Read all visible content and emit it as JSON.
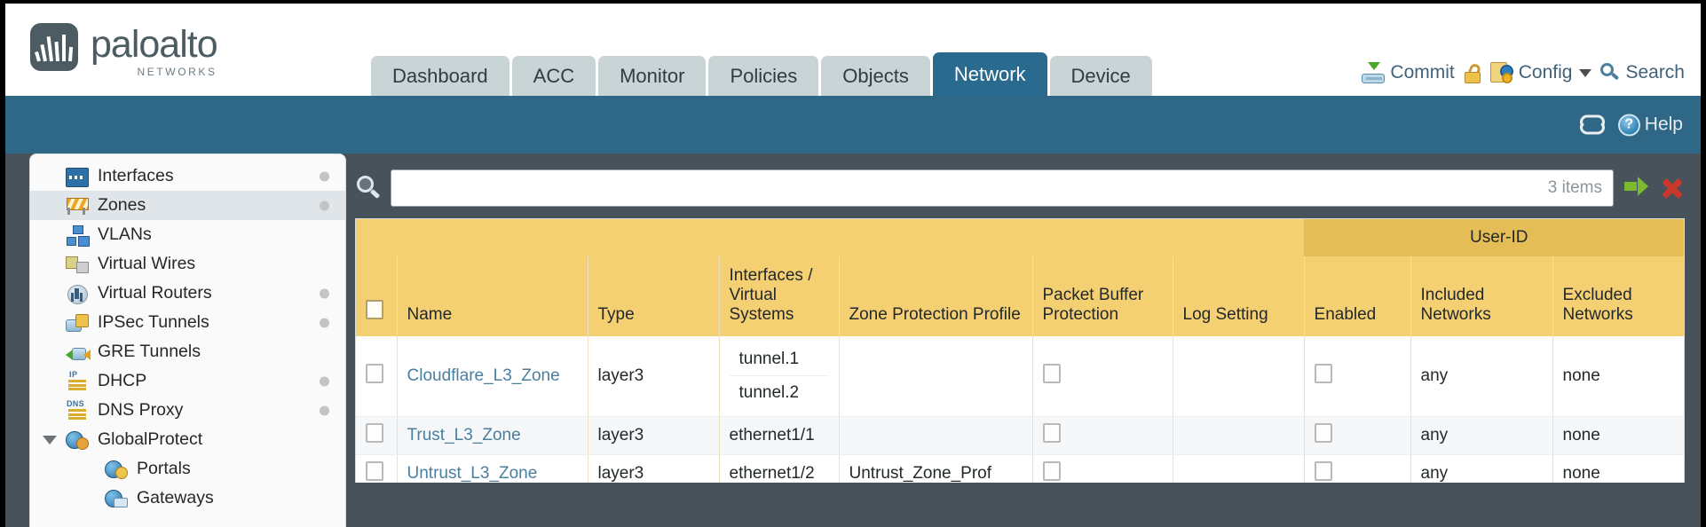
{
  "brand": {
    "name": "paloalto",
    "tagline": "NETWORKS",
    "logo_icon": "paloalto-logo-icon"
  },
  "nav": {
    "tabs": [
      {
        "label": "Dashboard",
        "active": false
      },
      {
        "label": "ACC",
        "active": false
      },
      {
        "label": "Monitor",
        "active": false
      },
      {
        "label": "Policies",
        "active": false
      },
      {
        "label": "Objects",
        "active": false
      },
      {
        "label": "Network",
        "active": true
      },
      {
        "label": "Device",
        "active": false
      }
    ]
  },
  "top_actions": {
    "commit": "Commit",
    "lock_icon": "lock-icon",
    "config": "Config",
    "search": "Search"
  },
  "bluebar": {
    "refresh_icon": "refresh-icon",
    "help": "Help"
  },
  "sidebar": {
    "items": [
      {
        "label": "Interfaces",
        "icon": "interfaces-icon",
        "selected": false,
        "dot": true,
        "child": false,
        "expander": false
      },
      {
        "label": "Zones",
        "icon": "zones-icon",
        "selected": true,
        "dot": true,
        "child": false,
        "expander": false
      },
      {
        "label": "VLANs",
        "icon": "vlans-icon",
        "selected": false,
        "dot": false,
        "child": false,
        "expander": false
      },
      {
        "label": "Virtual Wires",
        "icon": "virtual-wires-icon",
        "selected": false,
        "dot": false,
        "child": false,
        "expander": false
      },
      {
        "label": "Virtual Routers",
        "icon": "virtual-routers-icon",
        "selected": false,
        "dot": true,
        "child": false,
        "expander": false
      },
      {
        "label": "IPSec Tunnels",
        "icon": "ipsec-tunnels-icon",
        "selected": false,
        "dot": true,
        "child": false,
        "expander": false
      },
      {
        "label": "GRE Tunnels",
        "icon": "gre-tunnels-icon",
        "selected": false,
        "dot": false,
        "child": false,
        "expander": false
      },
      {
        "label": "DHCP",
        "icon": "dhcp-icon",
        "selected": false,
        "dot": true,
        "child": false,
        "expander": false
      },
      {
        "label": "DNS Proxy",
        "icon": "dns-proxy-icon",
        "selected": false,
        "dot": true,
        "child": false,
        "expander": false
      },
      {
        "label": "GlobalProtect",
        "icon": "globalprotect-icon",
        "selected": false,
        "dot": false,
        "child": false,
        "expander": true
      },
      {
        "label": "Portals",
        "icon": "portals-icon",
        "selected": false,
        "dot": false,
        "child": true,
        "expander": false
      },
      {
        "label": "Gateways",
        "icon": "gateways-icon",
        "selected": false,
        "dot": false,
        "child": true,
        "expander": false
      }
    ]
  },
  "search": {
    "value": "",
    "placeholder": "",
    "items_count": "3 items",
    "apply_icon": "apply-filter-icon",
    "clear_icon": "clear-filter-icon",
    "magnifier_icon": "search-icon"
  },
  "table": {
    "group_header": "User-ID",
    "columns": [
      "Name",
      "Type",
      "Interfaces / Virtual Systems",
      "Zone Protection Profile",
      "Packet Buffer Protection",
      "Log Setting",
      "Enabled",
      "Included Networks",
      "Excluded Networks"
    ],
    "rows": [
      {
        "selected": false,
        "name": "Cloudflare_L3_Zone",
        "type": "layer3",
        "interfaces": [
          "tunnel.1",
          "tunnel.2"
        ],
        "zone_protection_profile": "",
        "packet_buffer_protection": false,
        "log_setting": "",
        "userid_enabled": false,
        "included_networks": "any",
        "excluded_networks": "none"
      },
      {
        "selected": false,
        "name": "Trust_L3_Zone",
        "type": "layer3",
        "interfaces": [
          "ethernet1/1"
        ],
        "zone_protection_profile": "",
        "packet_buffer_protection": false,
        "log_setting": "",
        "userid_enabled": false,
        "included_networks": "any",
        "excluded_networks": "none"
      },
      {
        "selected": false,
        "name": "Untrust_L3_Zone",
        "type": "layer3",
        "interfaces": [
          "ethernet1/2"
        ],
        "zone_protection_profile": "Untrust_Zone_Prof",
        "packet_buffer_protection": false,
        "log_setting": "",
        "userid_enabled": false,
        "included_networks": "any",
        "excluded_networks": "none"
      }
    ]
  },
  "colors": {
    "brand_slate": "#4d5b63",
    "tab_active": "#2b6a8f",
    "bluebar": "#2f6786",
    "body_bg": "#47525b",
    "header_gold": "#f5d073",
    "group_gold": "#e5bd56",
    "link": "#4a7f9e"
  }
}
